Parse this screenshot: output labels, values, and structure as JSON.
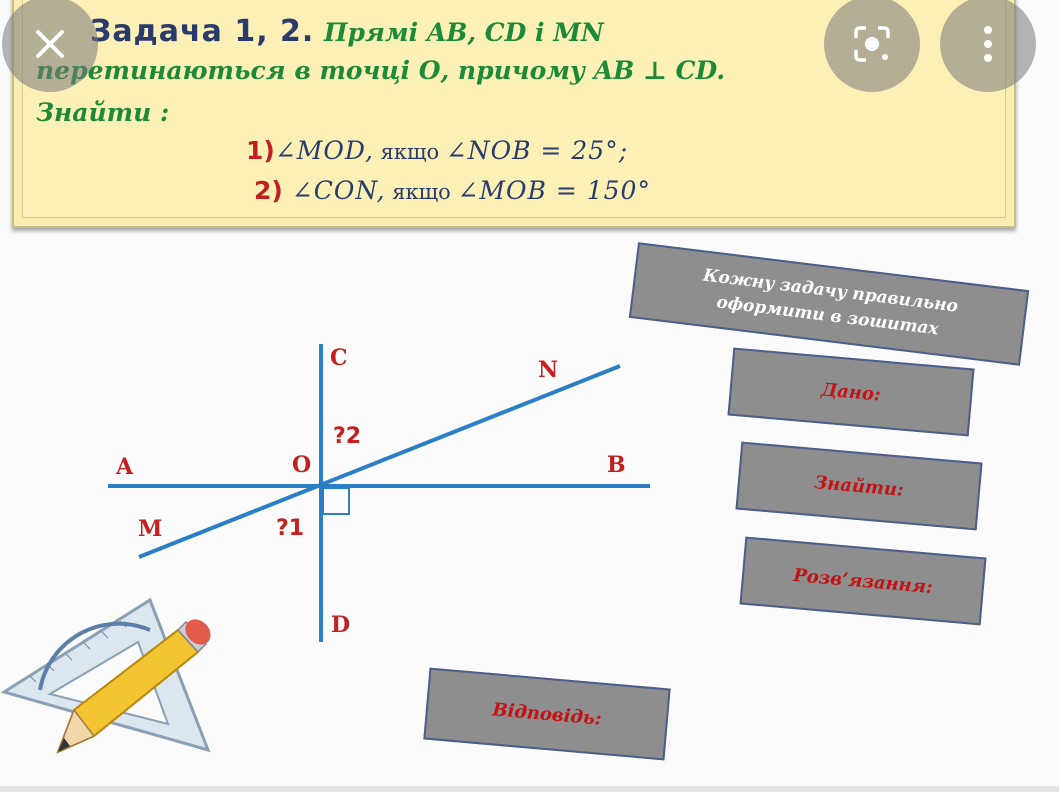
{
  "task": {
    "title": "Задача 1, 2.",
    "line1": "Прямі AB, CD і MN",
    "line2": "перетинаються в точці О, причому AB ⊥ CD.",
    "line3": "Знайти :",
    "item1": {
      "num": "1)",
      "target": "∠MOD,",
      "word": " якщо ",
      "given": "∠NOB = 25°;"
    },
    "item2": {
      "num": "2)",
      "target": " ∠CON,",
      "word": " якщо ",
      "given": "∠MOB = 150°"
    }
  },
  "diagram": {
    "points": {
      "A": "A",
      "B": "B",
      "C": "C",
      "D": "D",
      "M": "M",
      "N": "N",
      "O": "O"
    },
    "unknowns": {
      "q1": "?1",
      "q2": "?2"
    },
    "colors": {
      "line": "#2a7fc7",
      "label": "#c42020"
    }
  },
  "sidebar": {
    "note": "Кожну задачу правильно оформити в зошитах",
    "given": "Дано:",
    "find": "Знайти:",
    "solution": "Розв’язання:",
    "answer": "Відповідь:"
  },
  "controls": {
    "close_icon": "close-icon",
    "lens_icon": "lens-search-icon",
    "more_icon": "more-vertical-icon"
  }
}
